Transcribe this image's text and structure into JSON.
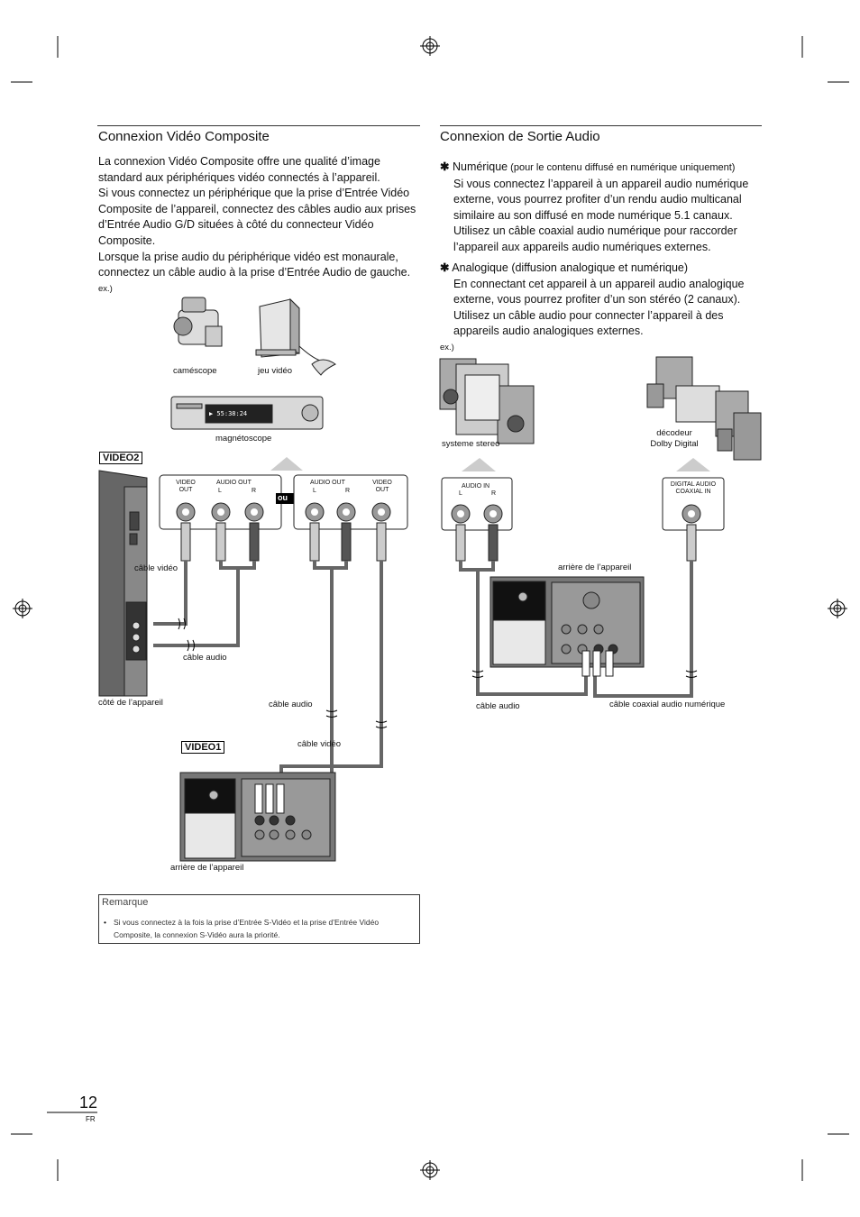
{
  "page": {
    "number": "12",
    "lang": "FR"
  },
  "left": {
    "title": "Connexion Vidéo Composite",
    "paragraphs": [
      "La connexion Vidéo Composite offre une qualité d’image standard aux périphériques vidéo connectés à l’appareil.",
      "Si vous connectez un périphérique que la prise d’Entrée Vidéo Composite de l’appareil, connectez des câbles audio aux prises d’Entrée Audio G/D situées à côté du connecteur Vidéo Composite.",
      "Lorsque la prise audio du périphérique vidéo est monaurale, connectez un câble audio à la prise d’Entrée Audio de gauche."
    ],
    "ex": "ex.)",
    "devices": {
      "camcorder": "caméscope",
      "console": "jeu vidéo",
      "vcr": "magnétoscope"
    },
    "video2": "VIDEO2",
    "video1": "VIDEO1",
    "jack_labels": {
      "video_out": "VIDEO\nOUT",
      "audio_out": "AUDIO OUT",
      "L": "L",
      "R": "R",
      "ou": "ou"
    },
    "labels": {
      "cable_video_1": "câble vidéo",
      "cable_audio_1": "câble audio",
      "side": "côté de l’appareil",
      "cable_audio_2": "câble audio",
      "cable_video_2": "câble vidéo",
      "rear": "arrière de l’appareil"
    },
    "note": {
      "title": "Remarque",
      "bullet": "•",
      "text": "Si vous connectez à la fois la prise d’Entrée S-Vidéo et la prise d’Entrée Vidéo Composite, la connexion S-Vidéo aura la priorité."
    }
  },
  "right": {
    "title": "Connexion de Sortie Audio",
    "items": [
      {
        "star": "✱",
        "head": "Numérique",
        "qual": " (pour le contenu diffusé en numérique uniquement)",
        "body": "Si vous connectez l’appareil à un appareil audio numérique externe, vous pourrez profiter d’un rendu audio multicanal similaire au son diffusé en mode numérique 5.1 canaux. Utilisez un câble coaxial audio numérique pour raccorder l’appareil aux appareils audio numériques externes."
      },
      {
        "star": "✱",
        "head": "Analogique",
        "qual": " (diffusion analogique et numérique)",
        "body": "En connectant cet appareil à un appareil audio analogique externe, vous pourrez profiter d’un son stéréo (2 canaux). Utilisez un câble audio pour connecter l’appareil à des appareils audio analogiques externes."
      }
    ],
    "ex": "ex.)",
    "stereo": "systeme stereo",
    "decoder": "décodeur\nDolby Digital",
    "audio_in": "AUDIO IN",
    "digital_in": "DIGITAL AUDIO\nCOAXIAL  IN",
    "labels": {
      "rear": "arrière de l’appareil",
      "cable_audio": "câble audio",
      "cable_coax": "câble coaxial audio numérique"
    }
  },
  "vcr_display": "▶ 55:38:24"
}
